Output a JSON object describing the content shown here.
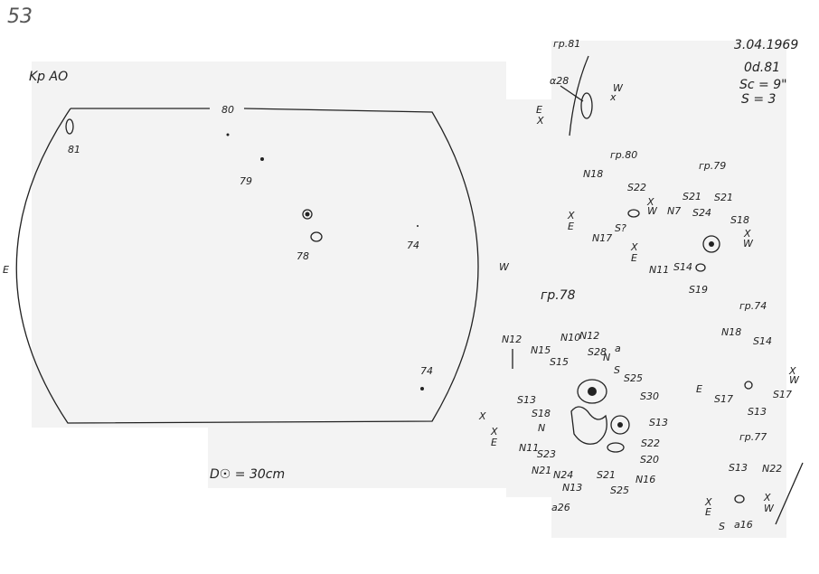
{
  "page_number": "53",
  "observatory": "Kp AO",
  "header": {
    "date": "3.04.1969",
    "time": "0d.81",
    "sc": "Sc = 9\"",
    "s": "S = 3"
  },
  "disk": {
    "groups": [
      "80",
      "81",
      "79",
      "78",
      "74",
      "74"
    ],
    "east": "E",
    "west": "W",
    "diameter": "D☉ = 30cm"
  },
  "group81": {
    "title": "гр.81",
    "labels": [
      "α28",
      "E",
      "X",
      "W",
      "x"
    ]
  },
  "group80": {
    "title": "гр.80",
    "labels": [
      "N18",
      "S22",
      "X",
      "W",
      "N7",
      "S?",
      "N17",
      "X",
      "E",
      "X",
      "E",
      "N11"
    ]
  },
  "group79": {
    "title": "гр.79",
    "labels": [
      "S21",
      "S21",
      "S24",
      "S18",
      "X",
      "W",
      "S14",
      "S19"
    ]
  },
  "group78": {
    "title": "гр.78",
    "labels": [
      "N12",
      "N15",
      "N10",
      "N12",
      "S28",
      "N",
      "a",
      "S15",
      "S",
      "S25",
      "S13",
      "S30",
      "S18",
      "N",
      "S13",
      "N11",
      "S23",
      "S22",
      "S20",
      "N21",
      "N24",
      "N16",
      "N13",
      "S21",
      "S25",
      "a26",
      "X",
      "X",
      "E"
    ]
  },
  "group74": {
    "title": "гр.74",
    "labels": [
      "N18",
      "S14",
      "E",
      "S17",
      "S17",
      "S13",
      "X",
      "W"
    ]
  },
  "group77": {
    "title": "гр.77",
    "labels": [
      "S13",
      "N22",
      "X",
      "E",
      "X",
      "W",
      "S",
      "a16"
    ]
  }
}
